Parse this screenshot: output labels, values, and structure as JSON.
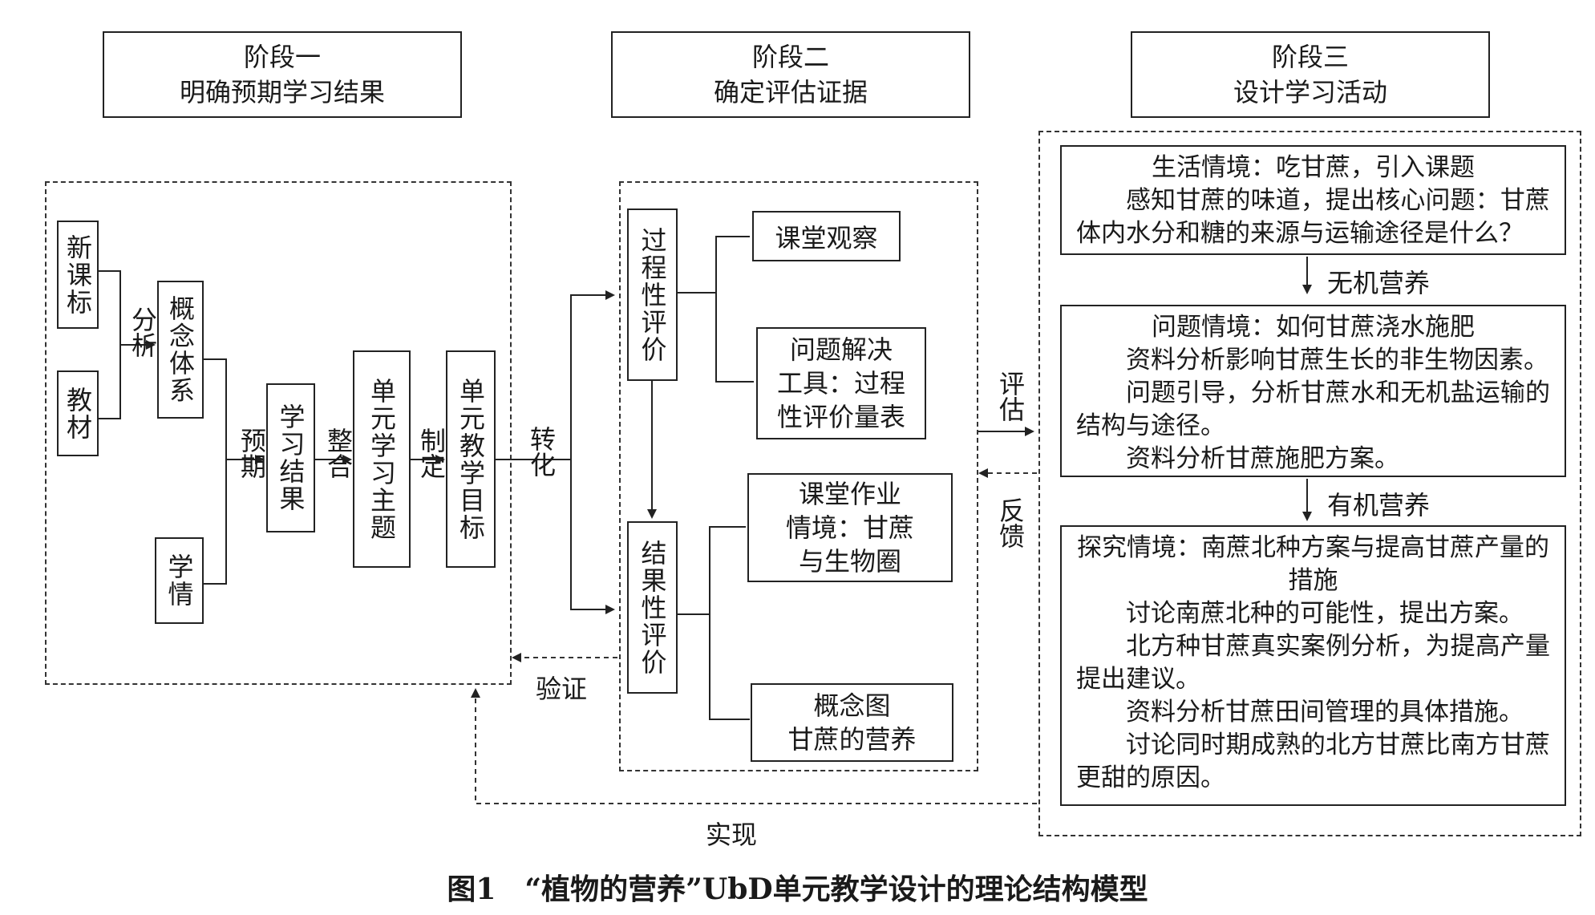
{
  "stages": [
    {
      "line1": "阶段一",
      "line2": "明确预期学习结果"
    },
    {
      "line1": "阶段二",
      "line2": "确定评估证据"
    },
    {
      "line1": "阶段三",
      "line2": "设计学习活动"
    }
  ],
  "stage1": {
    "curriculum": "新课标",
    "textbook": "教材",
    "student": "学情",
    "analyze": "分析",
    "concept_system": "概念体系",
    "expect": "预期",
    "learning_outcome": "学习结果",
    "integrate": "整合",
    "unit_theme": "单元学习主题",
    "formulate": "制定",
    "unit_goal": "单元教学目标"
  },
  "stage2": {
    "process_eval": "过程性评价",
    "result_eval": "结果性评价",
    "observation": "课堂观察",
    "problem_tool": [
      "问题解决",
      "工具：过程",
      "性评价量表"
    ],
    "homework": [
      "课堂作业",
      "情境：甘蔗",
      "与生物圈"
    ],
    "concept_map": [
      "概念图",
      "甘蔗的营养"
    ]
  },
  "stage3": {
    "box1": {
      "title": "生活情境：吃甘蔗，引入课题",
      "lines": [
        "感知甘蔗的味道，提出核心问题：甘蔗体内水分和糖的来源与运输途径是什么？"
      ]
    },
    "inorganic": "无机营养",
    "box2": {
      "title": "问题情境：如何甘蔗浇水施肥",
      "lines": [
        "资料分析影响甘蔗生长的非生物因素。",
        "问题引导，分析甘蔗水和无机盐运输的结构与途径。",
        "资料分析甘蔗施肥方案。"
      ]
    },
    "organic": "有机营养",
    "box3": {
      "title": "探究情境：南蔗北种方案与提高甘蔗产量的措施",
      "lines": [
        "讨论南蔗北种的可能性，提出方案。",
        "北方种甘蔗真实案例分析，为提高产量提出建议。",
        "资料分析甘蔗田间管理的具体措施。",
        "讨论同时期成熟的北方甘蔗比南方甘蔗更甜的原因。"
      ]
    }
  },
  "connectors": {
    "transform": "转化",
    "evaluate": "评估",
    "feedback": "反馈",
    "verify": "验证",
    "realize": "实现"
  },
  "caption": "图1　“植物的营养”UbD单元教学设计的理论结构模型"
}
